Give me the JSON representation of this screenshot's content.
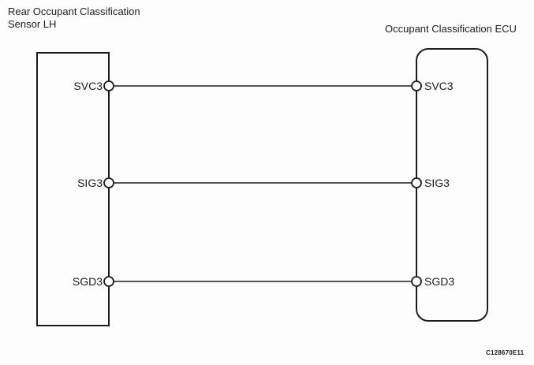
{
  "diagram": {
    "left_component": {
      "title": "Rear Occupant Classification\nSensor LH",
      "pins": [
        "SVC3",
        "SIG3",
        "SGD3"
      ]
    },
    "right_component": {
      "title": "Occupant Classification ECU",
      "pins": [
        "SVC3",
        "SIG3",
        "SGD3"
      ]
    },
    "wires": [
      {
        "from": "SVC3",
        "to": "SVC3"
      },
      {
        "from": "SIG3",
        "to": "SIG3"
      },
      {
        "from": "SGD3",
        "to": "SGD3"
      }
    ],
    "figure_code": "C128670E11",
    "colors": {
      "line": "#1c1c1c",
      "background": "#fdfdfd",
      "terminal_fill": "#ffffff"
    }
  }
}
